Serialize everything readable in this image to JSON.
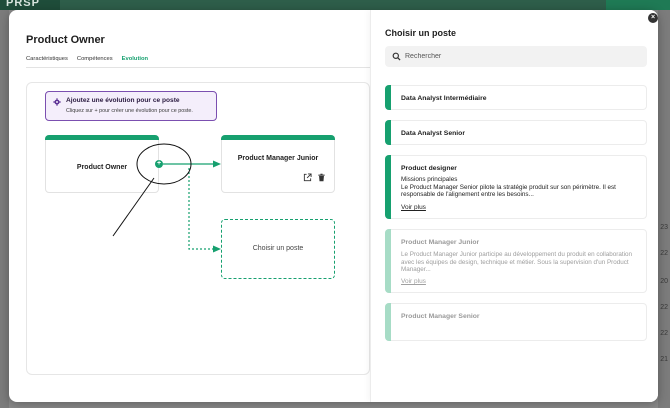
{
  "background": {
    "logo_text": "PRSP",
    "numbers": [
      "23",
      "22",
      "20",
      "22",
      "22",
      "21"
    ]
  },
  "modal": {
    "title": "Product Owner",
    "tabs": [
      {
        "label": "Caractéristiques",
        "active": false
      },
      {
        "label": "Compétences",
        "active": false
      },
      {
        "label": "Evolution",
        "active": true
      }
    ],
    "hint": {
      "title": "Ajoutez une évolution pour ce poste",
      "subtitle": "Cliquez sur + pour créer une évolution pour ce poste."
    },
    "nodes": {
      "source": "Product Owner",
      "target": "Product Manager Junior",
      "empty": "Choisir un poste"
    },
    "plus_label": "+"
  },
  "panel": {
    "title": "Choisir un poste",
    "close_glyph": "×",
    "search_placeholder": "Rechercher",
    "cards": [
      {
        "title": "Data Analyst Intermédiaire"
      },
      {
        "title": "Data Analyst Senior"
      },
      {
        "title": "Product designer",
        "text": "Missions principales\nLe Product Manager Senior pilote la stratégie produit sur son périmètre. Il est responsable de l'alignement entre les besoins...",
        "link": "Voir plus"
      },
      {
        "title": "Product Manager Junior",
        "text": "Le Product Manager Junior participe au développement du produit en collaboration avec les équipes de design, technique et métier. Sous la supervision d'un Product Manager...",
        "link": "Voir plus"
      },
      {
        "title": "Product Manager Senior"
      }
    ]
  },
  "colors": {
    "accent": "#16a06f",
    "hint_border": "#7b4fb0",
    "hint_bg": "#f4eefb"
  }
}
